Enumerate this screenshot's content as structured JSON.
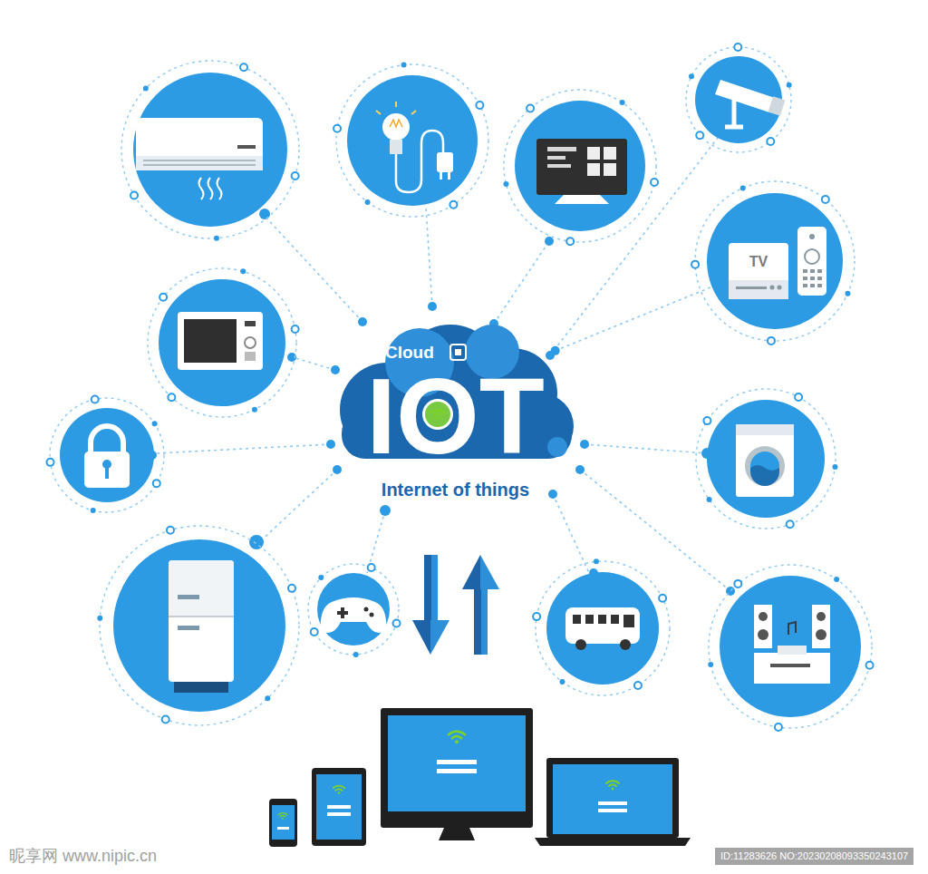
{
  "diagram": {
    "nodes": [
      {
        "text": [
          "TV"
        ]
      },
      {
        "text": [
          "Cloud",
          "IOT",
          "Internet of things"
        ]
      }
    ],
    "edges": [
      {
        "from": 1,
        "to": 0,
        "arrow": "none"
      }
    ],
    "labels": [
      "昵享网 www.nipic.cn",
      "ID:11283626 NO:20230208093350243107"
    ]
  }
}
